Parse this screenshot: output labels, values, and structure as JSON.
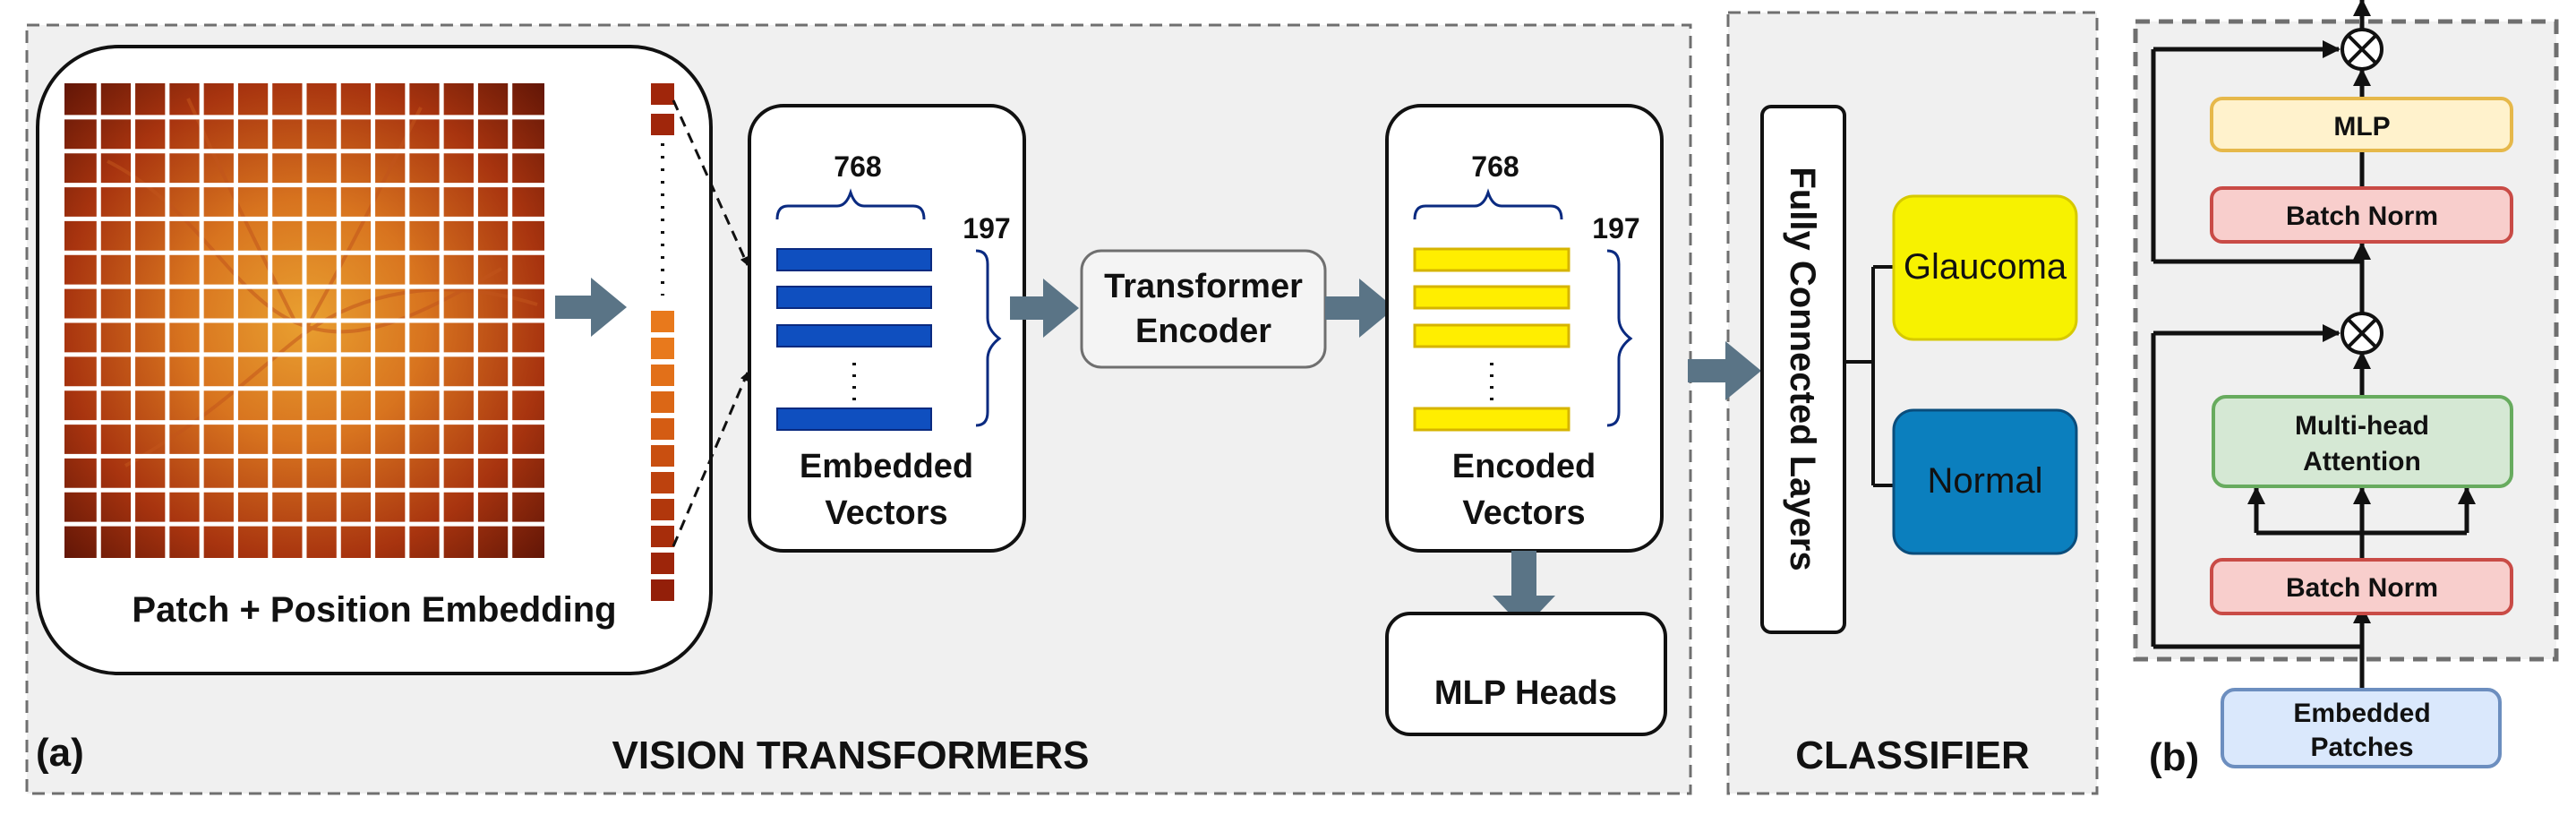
{
  "panel_a": {
    "patch_label": "Patch + Position Embedding",
    "embedded": {
      "dim": "768",
      "count": "197",
      "line1": "Embedded",
      "line2": "Vectors"
    },
    "encoder": {
      "line1": "Transformer",
      "line2": "Encoder"
    },
    "encoded": {
      "dim": "768",
      "count": "197",
      "line1": "Encoded",
      "line2": "Vectors"
    },
    "mlp_heads": "MLP Heads",
    "tag": "(a)",
    "section_title": "VISION TRANSFORMERS"
  },
  "classifier": {
    "fc_label": "Fully Connected Layers",
    "classes": [
      "Glaucoma",
      "Normal"
    ],
    "section_title": "CLASSIFIER"
  },
  "panel_b": {
    "mlp": "MLP",
    "batch_norm_top": "Batch Norm",
    "attention_line1": "Multi-head",
    "attention_line2": "Attention",
    "batch_norm_bottom": "Batch Norm",
    "input_line1": "Embedded",
    "input_line2": "Patches",
    "tag": "(b)"
  },
  "colors": {
    "panel_bg": "#f0f0f0",
    "embedded_vector": "#0f4fbf",
    "encoded_vector": "#ffee00",
    "arrow": "#5a7486",
    "glaucoma": "#f7f200",
    "normal": "#0b7fbe",
    "mlp_fill": "#fff2cc",
    "batchnorm_fill": "#f8cecc",
    "attention_fill": "#d5e8d4",
    "patches_fill": "#dae8fc"
  }
}
